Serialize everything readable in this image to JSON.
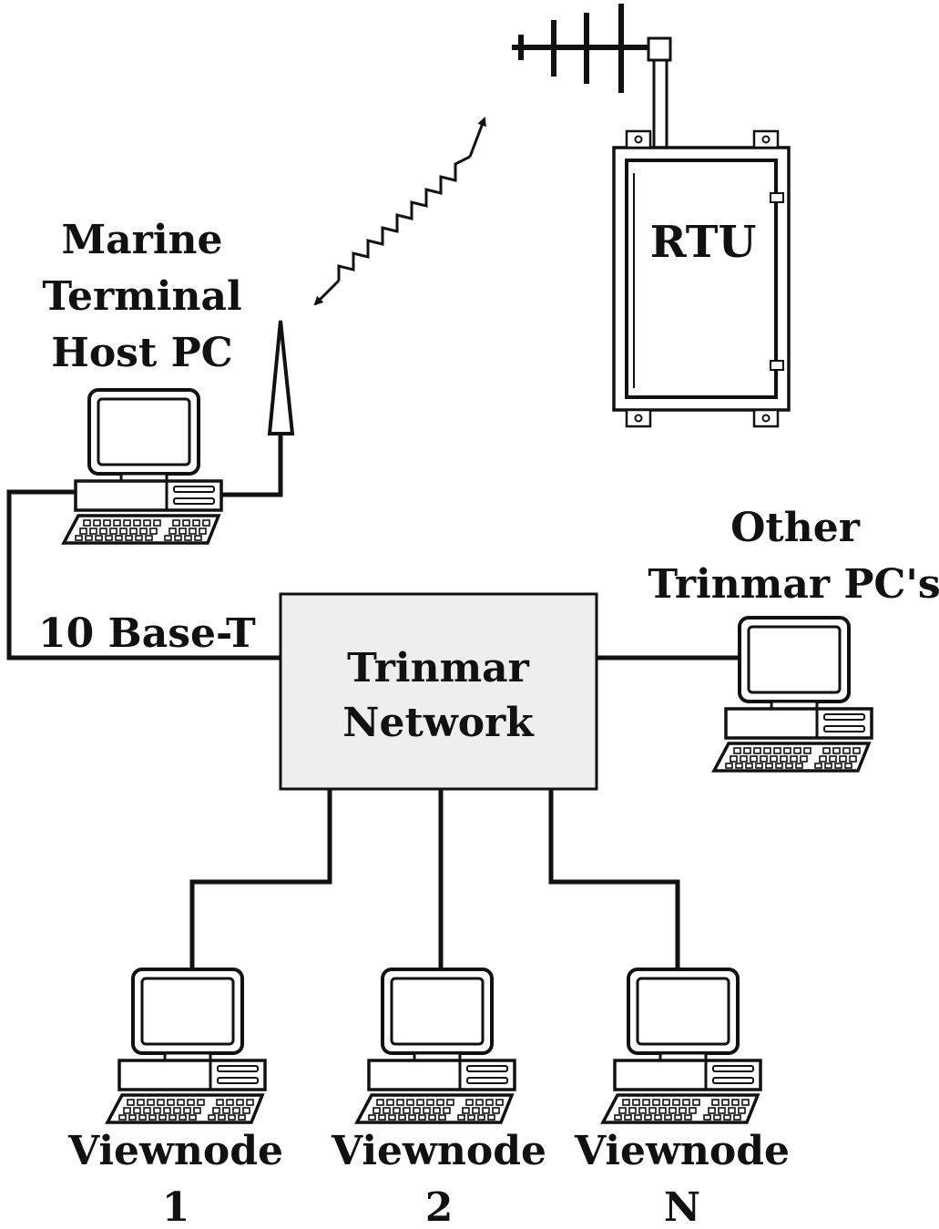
{
  "labels": {
    "host_pc": [
      "Marine",
      "Terminal",
      "Host PC"
    ],
    "rtu": "RTU",
    "other_pcs": [
      "Other",
      "Trinmar PC's"
    ],
    "link": "10 Base-T",
    "network": [
      "Trinmar",
      "Network"
    ],
    "viewnode_1": [
      "Viewnode",
      "1"
    ],
    "viewnode_2": [
      "Viewnode",
      "2"
    ],
    "viewnode_n": [
      "Viewnode",
      "N"
    ]
  },
  "colors": {
    "line": "#111111",
    "fill": "#ffffff",
    "network_fill": "#eeeeee"
  },
  "icons": {
    "pc": "desktop-computer-icon",
    "antenna": "antenna-icon",
    "yagi": "yagi-antenna-icon",
    "rtu": "rtu-cabinet-icon",
    "radio": "radio-link-zigzag"
  }
}
